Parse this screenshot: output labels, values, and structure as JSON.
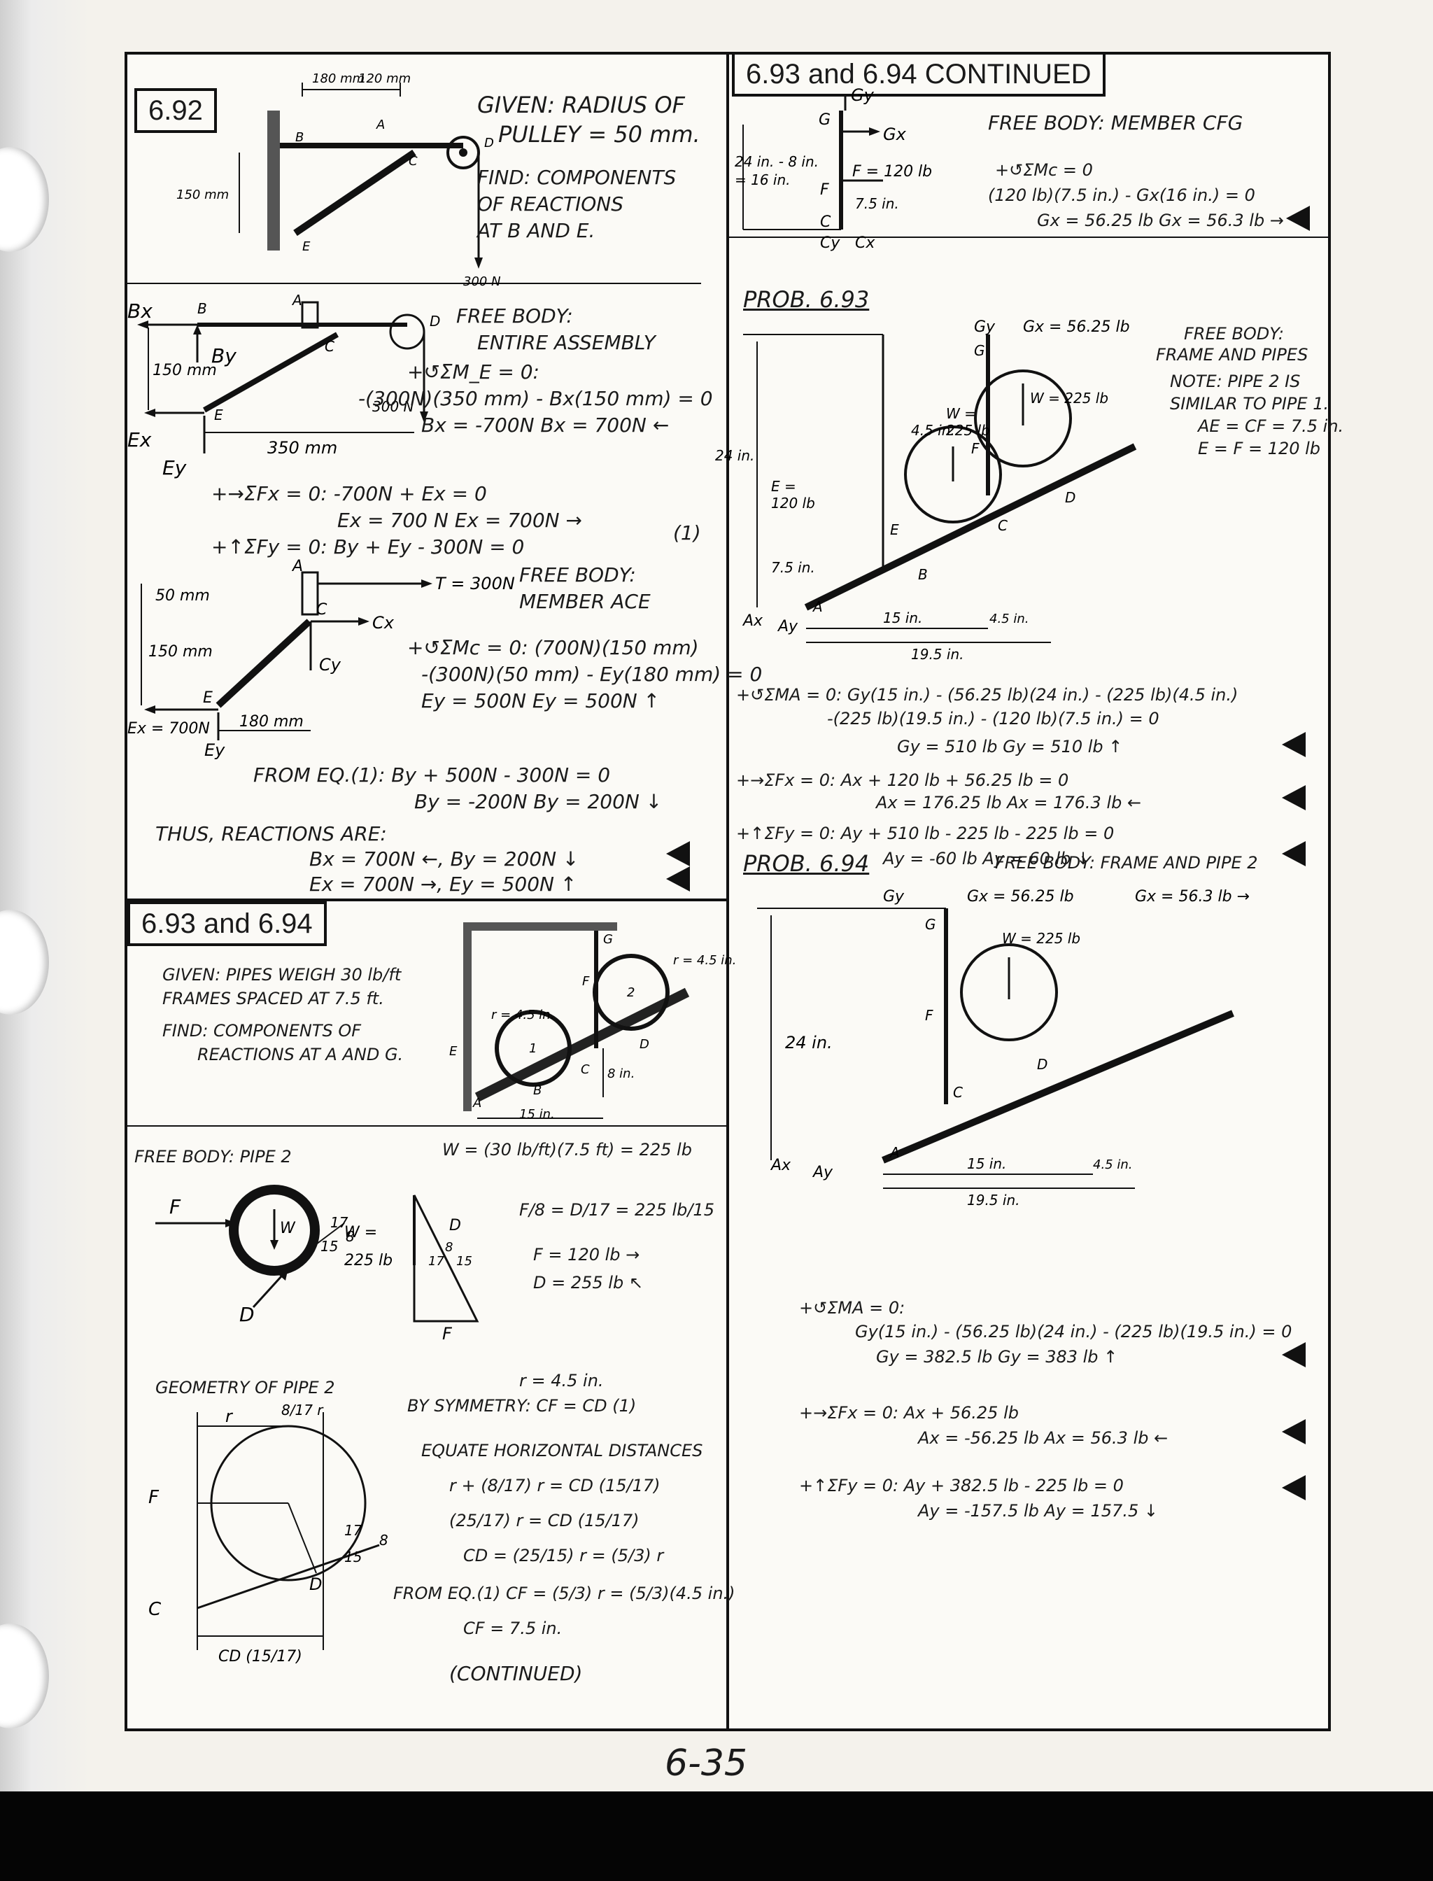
{
  "page_number": "6-35",
  "p692": {
    "title": "6.92",
    "given": [
      "GIVEN: RADIUS OF",
      "PULLEY = 50 mm."
    ],
    "find": [
      "FIND: COMPONENTS",
      "OF REACTIONS",
      "AT B AND E."
    ],
    "fig_labels": {
      "dim1": "180 mm",
      "dim2": "120 mm",
      "dim3": "150 mm",
      "load": "300 N",
      "A": "A",
      "B": "B",
      "C": "C",
      "D": "D",
      "E": "E"
    },
    "fb1_title": [
      "FREE BODY:",
      "ENTIRE ASSEMBLY"
    ],
    "fb1_labels": {
      "bx": "Bx",
      "by": "By",
      "ex": "Ex",
      "ey": "Ey",
      "dim150": "150 mm",
      "dim350": "350 mm",
      "load": "300 N",
      "A": "A",
      "B": "B",
      "C": "C",
      "D": "D",
      "E": "E"
    },
    "eqs1": [
      "+↺ΣM_E = 0:",
      "-(300N)(350 mm) - Bx(150 mm) = 0",
      "Bx = -700N     Bx = 700N ←"
    ],
    "eqs2": [
      "+→ΣFx = 0:  -700N + Ex = 0",
      "Ex = 700 N          Ex = 700N →",
      "+↑ΣFy = 0:  By + Ey - 300N = 0",
      "(1)"
    ],
    "fb2_title": [
      "FREE BODY:",
      "MEMBER ACE"
    ],
    "fb2_labels": {
      "t": "T = 300N",
      "cx": "Cx",
      "cy": "Cy",
      "dim50": "50 mm",
      "dim150": "150 mm",
      "dim180": "180 mm",
      "ex": "Ex = 700N",
      "ey": "Ey",
      "A": "A",
      "C": "C",
      "E": "E"
    },
    "eqs3": [
      "+↺ΣMc = 0:  (700N)(150 mm)",
      "-(300N)(50 mm) - Ey(180 mm) = 0",
      "Ey = 500N     Ey = 500N ↑"
    ],
    "eqs4": [
      "FROM EQ.(1):  By + 500N - 300N = 0",
      "By = -200N           By = 200N ↓"
    ],
    "thus": "THUS, REACTIONS ARE:",
    "answers": [
      "Bx = 700N ←,  By = 200N ↓",
      "Ex = 700N →,  Ey = 500N ↑"
    ]
  },
  "p693_94": {
    "title": "6.93 and 6.94",
    "given": [
      "GIVEN: PIPES WEIGH 30 lb/ft",
      "FRAMES SPACED AT 7.5 ft."
    ],
    "find": [
      "FIND: COMPONENTS OF",
      "REACTIONS AT A AND G."
    ],
    "fig_labels": {
      "r1": "r = 4.5 in.",
      "r2": "r = 4.5 in.",
      "dim8": "8 in.",
      "dim15": "15 in.",
      "A": "A",
      "B": "B",
      "C": "C",
      "D": "D",
      "E": "E",
      "F": "F",
      "G": "G",
      "p1": "1",
      "p2": "2"
    },
    "fb_pipe_title": "FREE BODY: PIPE 2",
    "w_eq": "W = (30 lb/ft)(7.5 ft) = 225 lb",
    "pipe_labels": {
      "f": "F",
      "w": "W",
      "d": "D",
      "r17": "17",
      "r15": "15",
      "r8": "8"
    },
    "tri_labels": {
      "w": "W =",
      "w2": "225 lb",
      "d": "D",
      "f": "F",
      "s17": "17",
      "s15": "15",
      "s8": "8"
    },
    "ratio_eq": "F/8 = D/17 = 225 lb/15",
    "f_res": "F = 120 lb →",
    "d_res": "D = 255 lb ↖",
    "geom_title": "GEOMETRY OF PIPE 2",
    "r_val": "r = 4.5 in.",
    "geom_labels": {
      "r": "r",
      "r2": "8/17 r",
      "f": "F",
      "c": "C",
      "d": "D",
      "s17": "17",
      "s15": "15",
      "s8": "8",
      "cd": "CD (15/17)"
    },
    "sym": "BY SYMMETRY:  CF = CD   (1)",
    "equate": "EQUATE HORIZONTAL DISTANCES",
    "geom_eqs": [
      "r + (8/17) r = CD (15/17)",
      "(25/17) r = CD (15/17)",
      "CD = (25/15) r = (5/3) r",
      "FROM EQ.(1)  CF = (5/3) r = (5/3)(4.5 in.)",
      "CF = 7.5 in."
    ],
    "continued": "(CONTINUED)"
  },
  "cont": {
    "title": "6.93 and 6.94 CONTINUED",
    "fb_cfg_title": "FREE BODY: MEMBER CFG",
    "cfg_labels": {
      "gy": "Gy",
      "gx": "Gx",
      "g": "G",
      "f": "F",
      "c": "C",
      "cy": "Cy",
      "cx": "Cx",
      "force": "F = 120 lb",
      "dim": [
        "24 in. - 8 in.",
        "= 16 in."
      ],
      "dim75": "7.5 in."
    },
    "cfg_eqs": [
      "+↺ΣMc = 0",
      "(120 lb)(7.5 in.) - Gx(16 in.) = 0",
      "Gx = 56.25 lb    Gx = 56.3 lb →"
    ],
    "prob693": "PROB. 6.93",
    "fb_frame_title": [
      "FREE BODY:",
      "FRAME AND PIPES"
    ],
    "note": [
      "NOTE: PIPE 2 IS",
      "SIMILAR TO PIPE 1.",
      "AE = CF = 7.5 in.",
      "E = F = 120 lb"
    ],
    "f693_labels": {
      "gy": "Gy",
      "gx": "Gx = 56.25 lb",
      "g": "G",
      "f": "F",
      "w1": "W =",
      "w1b": "225 lb",
      "w2": "W = 225 lb",
      "e": "E =",
      "e2": "120 lb",
      "dim24": "24 in.",
      "dim45": "4.5 in.",
      "dim75": "7.5 in.",
      "dim15": "15 in.",
      "dim45b": "4.5 in.",
      "dim195": "19.5 in.",
      "ax": "Ax",
      "ay": "Ay",
      "a": "A",
      "b": "B",
      "c": "C",
      "d": "D",
      "E": "E"
    },
    "eqs693": [
      "+↺ΣMA = 0:  Gy(15 in.) - (56.25 lb)(24 in.) - (225 lb)(4.5 in.)",
      "-(225 lb)(19.5 in.) - (120 lb)(7.5 in.) = 0",
      "Gy = 510 lb        Gy = 510 lb ↑",
      "+→ΣFx = 0:  Ax + 120 lb + 56.25 lb = 0",
      "Ax = 176.25 lb        Ax = 176.3 lb ←",
      "+↑ΣFy = 0:  Ay + 510 lb - 225 lb - 225 lb = 0",
      "Ay = -60 lb            Ay = 60 lb ↓"
    ],
    "prob694": "PROB. 6.94",
    "fb_694_title": "FREE BODY: FRAME AND PIPE 2",
    "f694_labels": {
      "gy": "Gy",
      "gx": "Gx = 56.25 lb",
      "gx2": "Gx = 56.3 lb →",
      "g": "G",
      "f": "F",
      "w": "W = 225 lb",
      "dim24": "24 in.",
      "dim15": "15 in.",
      "dim45": "4.5 in.",
      "dim195": "19.5 in.",
      "ax": "Ax",
      "ay": "Ay",
      "a": "A",
      "c": "C",
      "d": "D"
    },
    "eqs694": [
      "+↺ΣMA = 0:",
      "Gy(15 in.) - (56.25 lb)(24 in.) - (225 lb)(19.5 in.) = 0",
      "Gy = 382.5 lb              Gy = 383 lb ↑",
      "+→ΣFx = 0:   Ax + 56.25 lb",
      "Ax = -56.25 lb       Ax = 56.3 lb ←",
      "+↑ΣFy = 0:   Ay + 382.5 lb - 225 lb = 0",
      "Ay = -157.5 lb      Ay = 157.5 ↓"
    ]
  }
}
